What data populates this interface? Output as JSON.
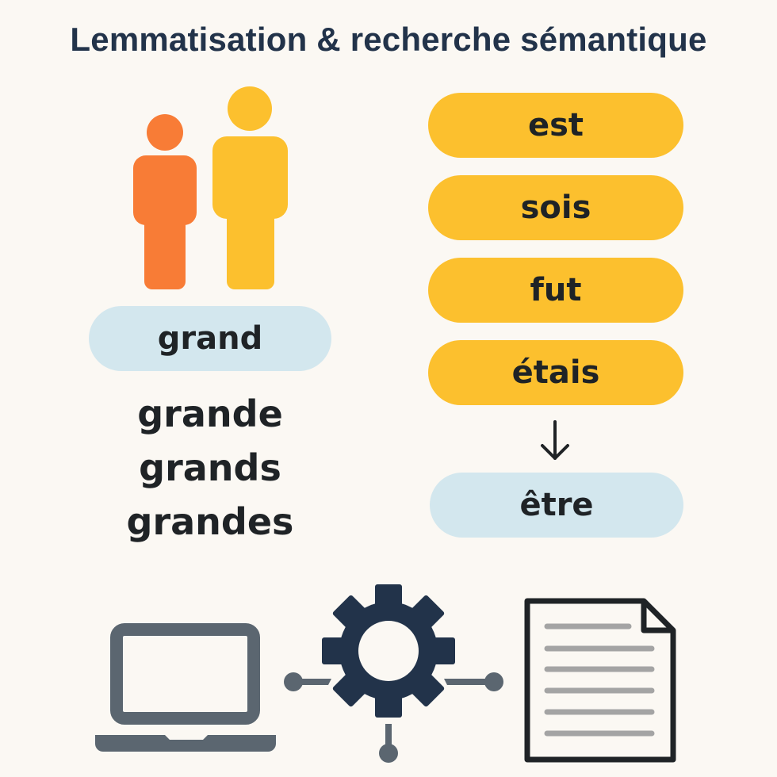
{
  "title": "Lemmatisation & recherche sémantique",
  "colors": {
    "background": "#fbf8f3",
    "title": "#22334a",
    "person_small": "#f87c36",
    "person_large": "#fcc02e",
    "pill_yellow": "#fcc02e",
    "pill_blue": "#d3e7ee",
    "gear": "#22334a",
    "laptop": "#5b6670",
    "connector": "#5b6670",
    "document_border": "#1f2326",
    "document_lines": "#a4a4a4"
  },
  "left_column": {
    "icon": "people-icon",
    "lemma": "grand",
    "forms": [
      "grande",
      "grands",
      "grandes"
    ]
  },
  "right_column": {
    "forms": [
      "est",
      "sois",
      "fut",
      "étais"
    ],
    "arrow": "↓",
    "lemma": "être"
  },
  "bottom_row": {
    "icons": [
      "laptop-icon",
      "gear-icon",
      "document-icon"
    ]
  }
}
